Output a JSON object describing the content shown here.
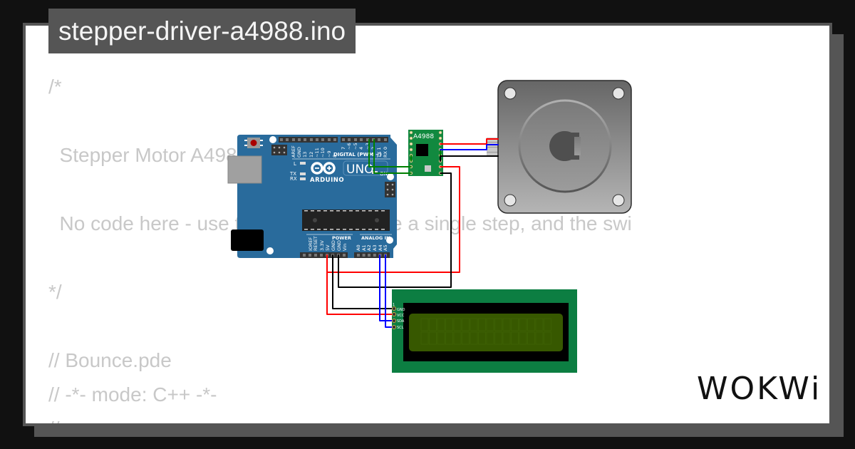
{
  "title_tab": {
    "label": "stepper-driver-a4988.ino"
  },
  "code": {
    "lines": [
      "/*",
      "",
      "  Stepper Motor A4988 Driver Example",
      "",
      "  No code here - use the button to rotate a single step, and the swi",
      "",
      "*/",
      "",
      "// Bounce.pde",
      "// -*- mode: C++ -*-",
      "//"
    ]
  },
  "arduino": {
    "top_labels": [
      "AREF",
      "GND",
      "13",
      "12",
      "~11",
      "~10",
      "~9",
      "8",
      "7",
      "~6",
      "~5",
      "4",
      "~3",
      "2",
      "TX 1",
      "RX 0"
    ],
    "digital_label": "DIGITAL (PWM ~)",
    "model": "UNO",
    "brand": "ARDUINO",
    "led_l": "L",
    "led_tx": "TX",
    "led_rx": "RX",
    "led_on": "ON",
    "power_label": "POWER",
    "analog_label": "ANALOG IN",
    "power_pins": [
      "IOREF",
      "RESET",
      "3.3V",
      "5V",
      "GND",
      "GND",
      "Vin"
    ],
    "analog_pins": [
      "A0",
      "A1",
      "A2",
      "A3",
      "A4",
      "A5"
    ],
    "board_color": "#296b9c"
  },
  "driver": {
    "label": "A4988",
    "board_color": "#11893f"
  },
  "lcd": {
    "pin_one": "1",
    "pins": [
      "GND",
      "VCC",
      "SDA",
      "SCL"
    ],
    "pcb_color": "#0c7e42",
    "screen_color": "#375800",
    "columns": 16,
    "rows": 2
  },
  "motor": {
    "name": "stepper-motor"
  },
  "wires": {
    "red": "#ff0000",
    "black": "#000000",
    "blue": "#0000ff",
    "green": "#008000"
  },
  "logo": {
    "text": "WOKWi"
  }
}
